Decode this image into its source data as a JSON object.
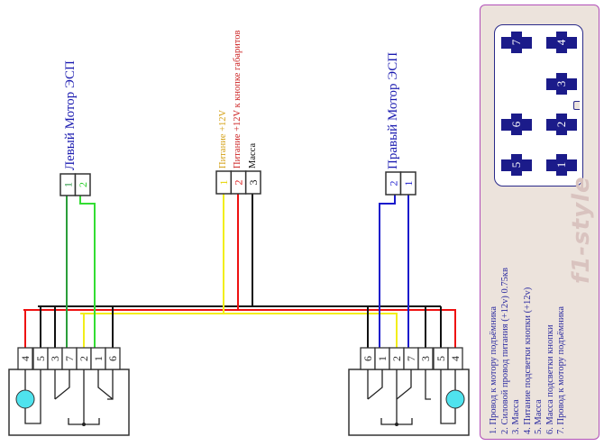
{
  "diagram": {
    "title_left_motor": "Левый Мотор ЭСП",
    "title_right_motor": "Правый Мотор ЭСП",
    "power_labels": [
      {
        "text": "Питание +12V",
        "color": "#d4a017"
      },
      {
        "text": "Питание +12V к кнопке габаритов",
        "color": "#cc2222"
      },
      {
        "text": "Масса",
        "color": "#111111"
      }
    ],
    "left_motor_connector": {
      "pins": [
        {
          "label": "1",
          "color": "#1f8f3a"
        },
        {
          "label": "2",
          "color": "#22cc22"
        }
      ]
    },
    "power_connector": {
      "pins": [
        {
          "label": "1",
          "color": "#e6d300"
        },
        {
          "label": "2",
          "color": "#dd1111"
        },
        {
          "label": "3",
          "color": "#111111"
        }
      ]
    },
    "right_motor_connector": {
      "pins": [
        {
          "label": "2",
          "color": "#1a1acc"
        },
        {
          "label": "1",
          "color": "#1a1acc"
        }
      ]
    },
    "left_switch": {
      "pins": [
        "4",
        "5",
        "3",
        "7",
        "2",
        "1",
        "6"
      ]
    },
    "right_switch": {
      "pins": [
        "6",
        "1",
        "2",
        "7",
        "3",
        "5",
        "4"
      ]
    },
    "wire_colors": {
      "black": "#111111",
      "red": "#ee1111",
      "yellow": "#f2ee1a",
      "green_dark": "#2a9e3a",
      "green_light": "#33dd33",
      "blue": "#1a1acc",
      "lamp": "#4fe3ee"
    }
  },
  "panel": {
    "pinout": [
      "7",
      "4",
      "3",
      "6",
      "2",
      "5",
      "1"
    ],
    "legend": [
      "1. Провод к мотору подъёмника",
      "2. Силовой провод питания (+12v) 0.75кв",
      "3. Масса",
      "4. Питание подсветки кнопки (+12v)",
      "5. Масса",
      "6. Масса подсветки кнопки",
      "7. Провод к мотору подъёмника"
    ],
    "watermark": "f1-style",
    "colors": {
      "background": "#ece3dc",
      "border": "#b24fb8",
      "pin": "#1b1b8a",
      "text": "#2c2ca0"
    }
  }
}
